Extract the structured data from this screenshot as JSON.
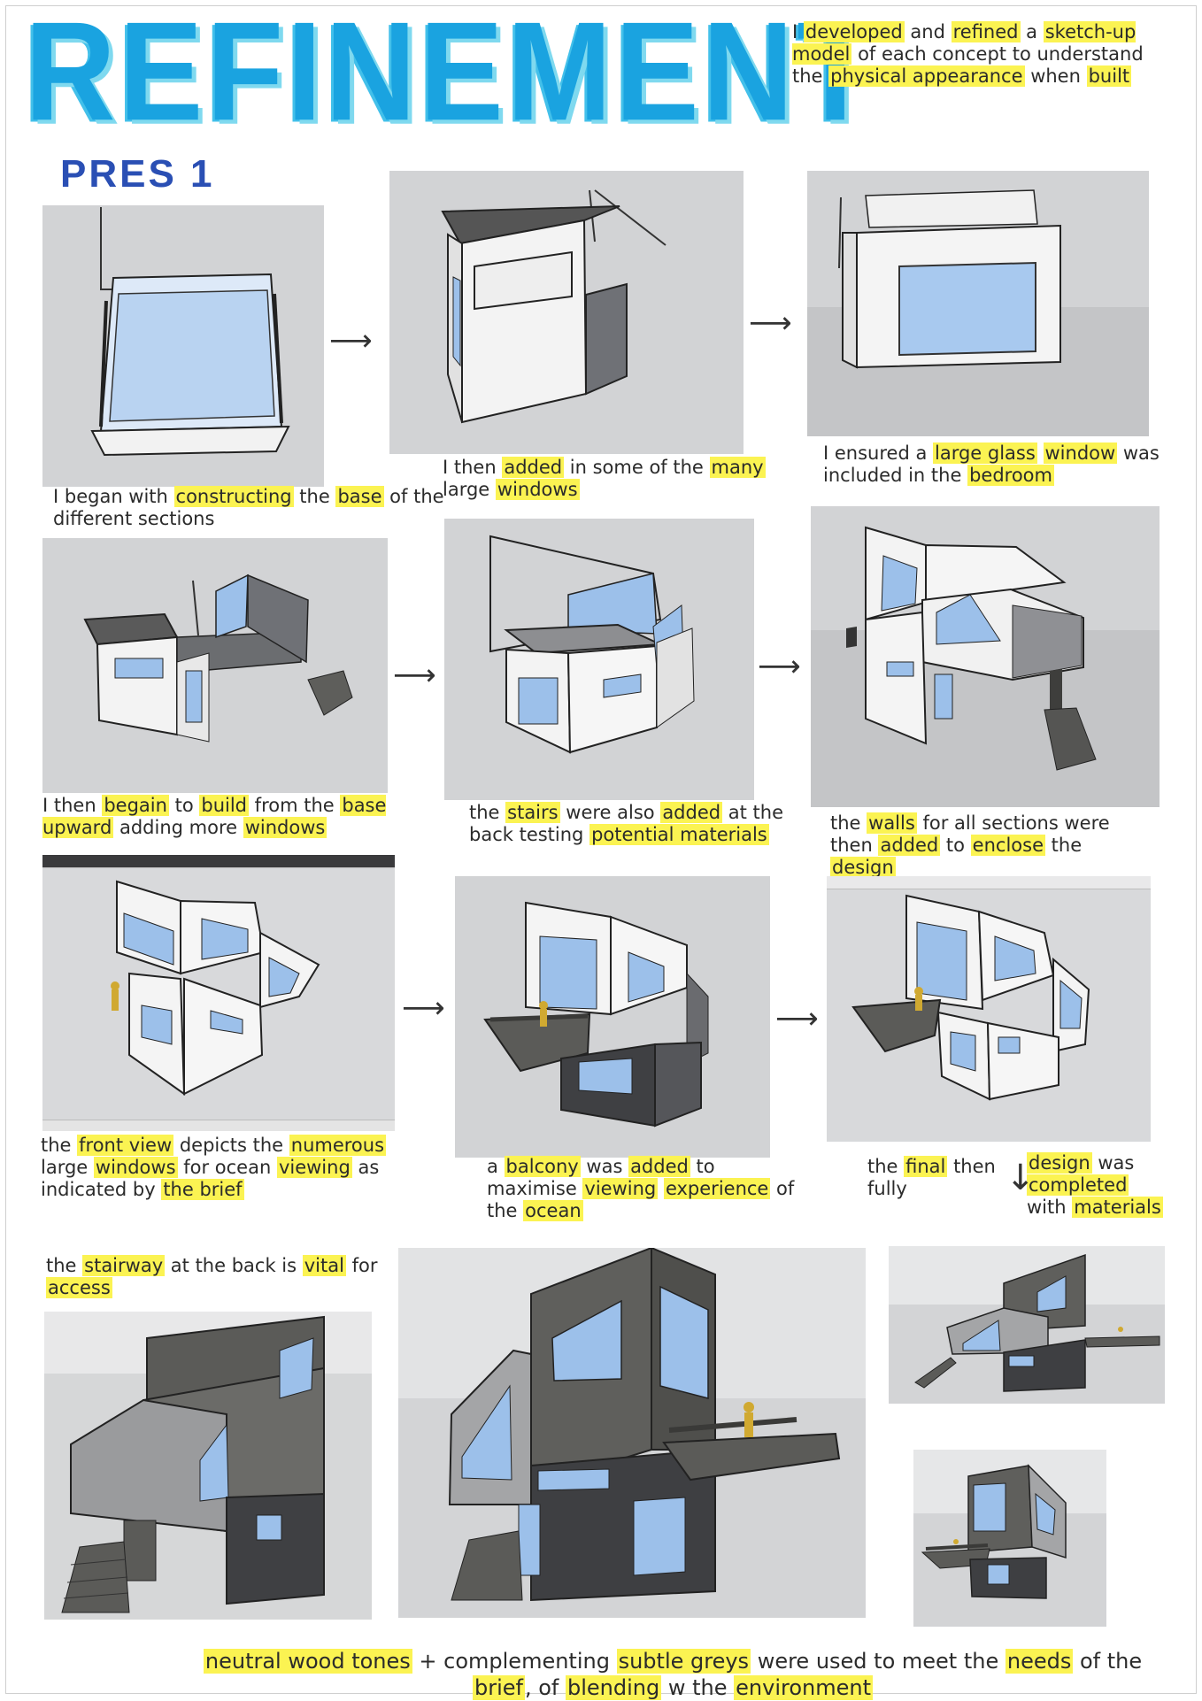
{
  "title": "REFINEMENT",
  "subtitle": "PRES 1",
  "intro": {
    "t1": "I ",
    "h1": "developed",
    "t2": " and ",
    "h2": "refined",
    "t3": " a ",
    "h3": "sketch-up model",
    "t4": " of each concept to understand the ",
    "h4": "physical appearance",
    "t5": " when ",
    "h5": "built"
  },
  "notes": {
    "n1": {
      "t1": "I began with ",
      "h1": "constructing",
      "t2": " the ",
      "h2": "base",
      "t3": " of the different sections"
    },
    "n2": {
      "t1": "I then ",
      "h1": "added",
      "t2": " in some of the ",
      "h2": "many",
      "t3": " large ",
      "h3": "windows"
    },
    "n3": {
      "t1": "I ensured a ",
      "h1": "large glass",
      "t2": " ",
      "h2": "window",
      "t3": " was included in the ",
      "h3": "bedroom"
    },
    "n4": {
      "t1": "I then ",
      "h1": "begain",
      "t2": " to ",
      "h2": "build",
      "t3": " from the ",
      "h3": "base upward",
      "t4": " adding more ",
      "h4": "windows"
    },
    "n5": {
      "t1": "the ",
      "h1": "stairs",
      "t2": " were also ",
      "h2": "added",
      "t3": " at the back testing ",
      "h3": "potential materials"
    },
    "n6": {
      "t1": "the ",
      "h1": "walls",
      "t2": " for all sections were then ",
      "h2": "added",
      "t3": " to ",
      "h3": "enclose",
      "t4": " the ",
      "h4": "design"
    },
    "n7": {
      "t1": "the ",
      "h1": "front view",
      "t2": " depicts the ",
      "h2": "numerous",
      "t3": " large ",
      "h3": "windows",
      "t4": " for ocean ",
      "h4": "viewing",
      "t5": " as indicated by ",
      "h5": "the brief"
    },
    "n8": {
      "t1": "a ",
      "h1": "balcony",
      "t2": " was ",
      "h2": "added",
      "t3": " to maximise ",
      "h3": "viewing",
      "t4": " ",
      "h4": "experience",
      "t5": " of the ",
      "h5": "ocean"
    },
    "n9a": {
      "t1": "the ",
      "h1": "final",
      "t2": " then fully"
    },
    "n9b": {
      "h1": "design",
      "t1": " was ",
      "h2": "completed",
      "t2": " with ",
      "h3": "materials"
    },
    "n10": {
      "t1": "the ",
      "h1": "stairway",
      "t2": " at the back is ",
      "h2": "vital",
      "t3": " for ",
      "h3": "access"
    }
  },
  "footer": {
    "h1": "neutral wood tones",
    "t1": " + complementing ",
    "h2": "subtle greys",
    "t2": " were used to meet the ",
    "h3": "needs",
    "t3": " of the ",
    "h4": "brief",
    "t4": ", of ",
    "h5": "blending",
    "t5": " w the ",
    "h6": "environment"
  },
  "colors": {
    "title_blue": "#1aa3e0",
    "subtitle_blue": "#2a4fb4",
    "highlight": "#fbf352",
    "glass": "#a9c8ef",
    "panel_bg": "#d2d3d5",
    "wood_dark": "#5e5e5b",
    "wall_white": "#f4f4f4"
  },
  "icons": [
    "right-arrow-icon",
    "down-arrow-icon"
  ]
}
